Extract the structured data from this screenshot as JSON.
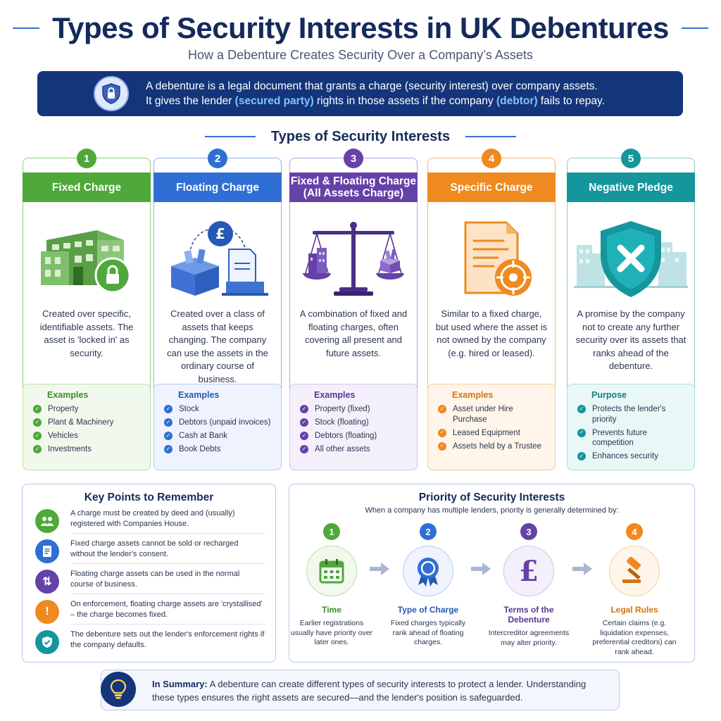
{
  "header": {
    "title": "Types of Security Interests in UK Debentures",
    "subtitle": "How a Debenture Creates Security Over a Company’s Assets"
  },
  "intro": {
    "line1": "A debenture is a legal document that grants a charge (security interest) over company assets.",
    "line2_a": "It gives the lender ",
    "secured_party": "(secured party)",
    "line2_b": " rights in those assets if the company ",
    "debtor": "(debtor)",
    "line2_c": " fails to repay.",
    "icon": "shield-lock-icon"
  },
  "types_heading": "Types of Security Interests",
  "cards": [
    {
      "num": "1",
      "title": "Fixed Charge",
      "icon": "building-lock-icon",
      "color": "#4ea83a",
      "desc": "Created over specific, identifiable assets. The asset is 'locked in' as security.",
      "ex_heading": "Examples",
      "items": [
        "Property",
        "Plant & Machinery",
        "Vehicles",
        "Investments"
      ]
    },
    {
      "num": "2",
      "title": "Floating Charge",
      "icon": "pound-box-icon",
      "color": "#2f6fd3",
      "desc": "Created over a class of assets that keeps changing. The company can use the assets in the ordinary course of business.",
      "ex_heading": "Examples",
      "items": [
        "Stock",
        "Debtors (unpaid invoices)",
        "Cash at Bank",
        "Book Debts"
      ]
    },
    {
      "num": "3",
      "title": "Fixed & Floating Charge",
      "title2": "(All Assets Charge)",
      "icon": "scales-icon",
      "color": "#6541a8",
      "desc": "A combination of fixed and floating charges, often covering all present and future assets.",
      "ex_heading": "Examples",
      "items": [
        "Property (fixed)",
        "Stock (floating)",
        "Debtors (floating)",
        "All other assets"
      ]
    },
    {
      "num": "4",
      "title": "Specific Charge",
      "icon": "document-target-icon",
      "color": "#ee8a1f",
      "desc": "Similar to a fixed charge, but used where the asset is not owned by the company (e.g. hired or leased).",
      "ex_heading": "Examples",
      "items": [
        "Asset under Hire Purchase",
        "Leased Equipment",
        "Assets held by a Trustee"
      ]
    },
    {
      "num": "5",
      "title": "Negative Pledge",
      "icon": "shield-x-icon",
      "color": "#15959c",
      "desc": "A promise by the company not to create any further security over its assets that ranks ahead of the debenture.",
      "ex_heading": "Purpose",
      "items": [
        "Protects the lender's priority",
        "Prevents future competition",
        "Enhances security"
      ]
    }
  ],
  "key_points": {
    "heading": "Key Points to Remember",
    "items": [
      {
        "text": "A charge must be created by deed and (usually) registered with Companies House.",
        "icon": "people-icon",
        "color": "#4ea83a"
      },
      {
        "text": "Fixed charge assets cannot be sold or recharged without the lender's consent.",
        "icon": "document-icon",
        "color": "#2f6fd3"
      },
      {
        "text": "Floating charge assets can be used in the normal course of business.",
        "icon": "up-down-arrows-icon",
        "color": "#6541a8"
      },
      {
        "text": "On enforcement, floating charge assets are 'crystallised' – the charge becomes fixed.",
        "icon": "exclamation-icon",
        "color": "#ee8a1f"
      },
      {
        "text": "The debenture sets out the lender's enforcement rights if the company defaults.",
        "icon": "shield-check-icon",
        "color": "#15959c"
      }
    ]
  },
  "priority": {
    "heading": "Priority of Security Interests",
    "subheading": "When a company has multiple lenders, priority is generally determined by:",
    "steps": [
      {
        "num": "1",
        "title": "Time",
        "desc": "Earlier registrations usually have priority over later ones.",
        "icon": "calendar-icon",
        "color": "#4ea83a"
      },
      {
        "num": "2",
        "title": "Type of Charge",
        "desc": "Fixed charges typically rank ahead of floating charges.",
        "icon": "award-ribbon-icon",
        "color": "#2f6fd3"
      },
      {
        "num": "3",
        "title": "Terms of the Debenture",
        "desc": "Intercreditor agreements may alter priority.",
        "icon": "pound-icon",
        "color": "#6541a8"
      },
      {
        "num": "4",
        "title": "Legal Rules",
        "desc": "Certain claims (e.g. liquidation expenses, preferential creditors) can rank ahead.",
        "icon": "gavel-icon",
        "color": "#ee8a1f"
      }
    ]
  },
  "summary": {
    "label": "In Summary:",
    "text": " A debenture can create different types of security interests to protect a lender. Understanding these types ensures the right assets are secured—and the lender's position is safeguarded.",
    "icon": "lightbulb-icon"
  }
}
